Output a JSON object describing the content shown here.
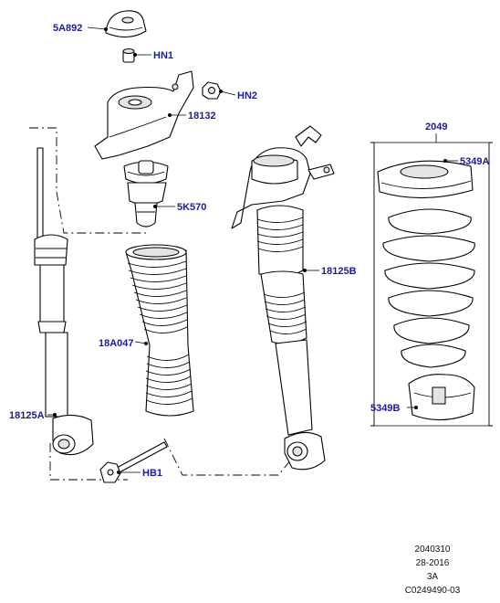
{
  "callouts": {
    "c5a892": "5A892",
    "hn1": "HN1",
    "hn2": "HN2",
    "c18132": "18132",
    "c5k570": "5K570",
    "c18a047": "18A047",
    "c18125a": "18125A",
    "hb1": "HB1",
    "c18125b": "18125B",
    "c2049": "2049",
    "c5349a": "5349A",
    "c5349b": "5349B"
  },
  "stamp": {
    "code": "2040310",
    "date": "28-2016",
    "rev": "3A",
    "ref": "C0249490-03"
  },
  "colors": {
    "callout": "#1a1aa8",
    "line": "#000000"
  }
}
